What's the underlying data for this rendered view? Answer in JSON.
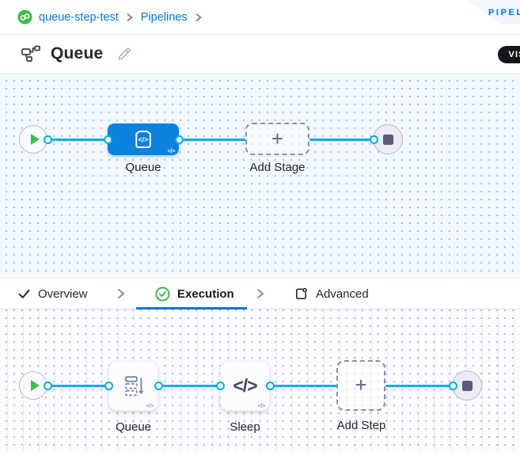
{
  "breadcrumb": {
    "project_label": "queue-step-test",
    "section_label": "Pipelines"
  },
  "studio_ribbon": {
    "label": "PIPELINE STUDIO"
  },
  "header": {
    "title": "Queue",
    "view_toggle_label": "VISUAL"
  },
  "stage_canvas": {
    "stage": {
      "label": "Queue",
      "icon_code": "</>",
      "code_badge": "</>"
    },
    "add_stage": {
      "plus": "+",
      "label": "Add Stage"
    }
  },
  "tabs": {
    "overview": {
      "label": "Overview"
    },
    "execution": {
      "label": "Execution"
    },
    "advanced": {
      "label": "Advanced"
    }
  },
  "execution_canvas": {
    "steps": [
      {
        "label": "Queue",
        "code_badge": "</>"
      },
      {
        "label": "Sleep",
        "icon_glyph": "</>",
        "code_badge": "</>"
      }
    ],
    "add_step": {
      "plus": "+",
      "label": "Add Step"
    }
  },
  "colors": {
    "accent_blue": "#0278D5",
    "stage_blue": "#0B82DC",
    "connector_cyan": "#00ADE4",
    "success_green": "#42AB45",
    "play_green": "#41BC52"
  }
}
